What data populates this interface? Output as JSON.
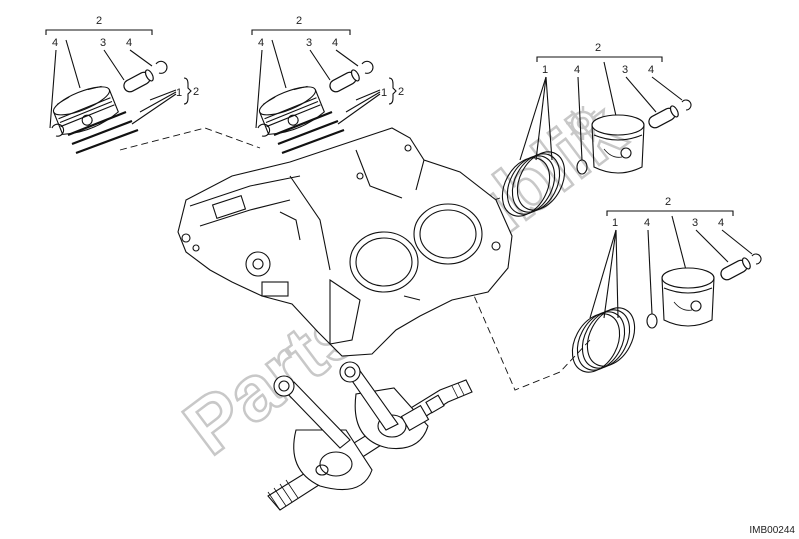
{
  "diagram": {
    "watermark": "PartsRepublik",
    "image_code": "IMB00244",
    "colors": {
      "line": "#111111",
      "watermark": "#c9c9c9",
      "background": "#ffffff"
    },
    "groups": [
      {
        "id": "piston-set-top-left",
        "labels": {
          "group": "2",
          "circlip_left": "4",
          "pin": "3",
          "circlip_right": "4",
          "rings": "1",
          "rings_group": "2"
        }
      },
      {
        "id": "piston-set-top-middle",
        "labels": {
          "group": "2",
          "circlip_left": "4",
          "pin": "3",
          "circlip_right": "4",
          "rings": "1",
          "rings_group": "2"
        }
      },
      {
        "id": "piston-set-top-right",
        "labels": {
          "group": "2",
          "rings": "1",
          "circlip_left": "4",
          "pin": "3",
          "circlip_right": "4"
        }
      },
      {
        "id": "piston-set-bottom-right",
        "labels": {
          "group": "2",
          "rings": "1",
          "circlip_left": "4",
          "pin": "3",
          "circlip_right": "4"
        }
      }
    ]
  }
}
